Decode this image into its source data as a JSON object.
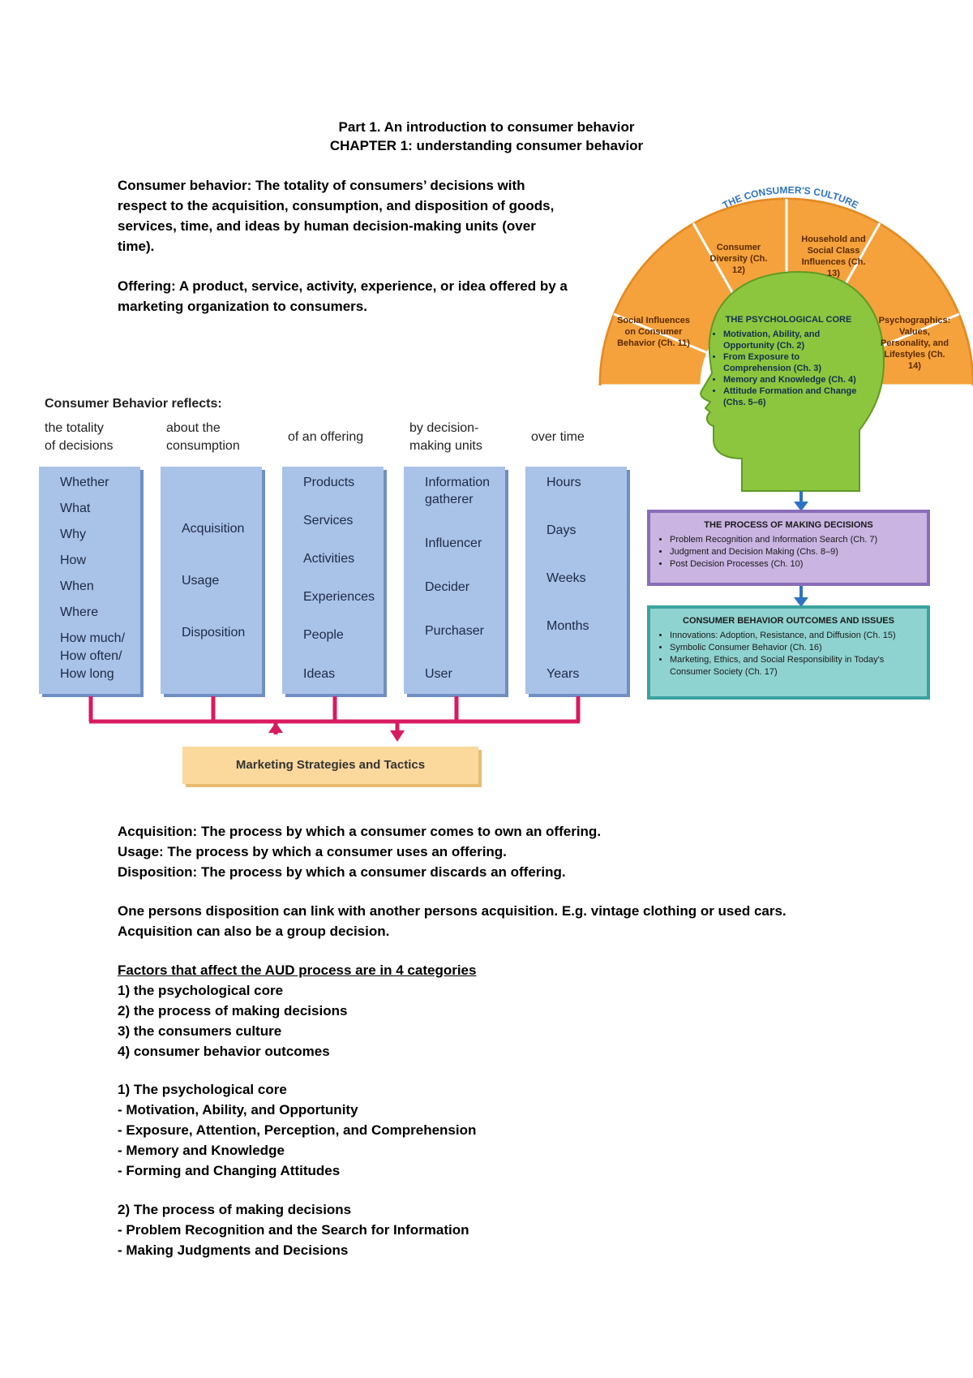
{
  "header": {
    "line1": "Part 1. An introduction to consumer behavior",
    "line2": "CHAPTER 1: understanding consumer behavior"
  },
  "definitions": {
    "consumer_behavior_lines": [
      "Consumer behavior: The totality of consumers’ decisions with",
      "respect to the acquisition, consumption, and disposition of goods,",
      "services, time, and ideas by human decision-making units (over",
      "time)."
    ],
    "offering_lines": [
      "Offering: A product, service, activity, experience, or idea offered by a",
      "marketing organization to consumers."
    ]
  },
  "cb_diagram": {
    "title": "Consumer Behavior reflects:",
    "columns": [
      {
        "header": [
          "the totality",
          "of decisions"
        ],
        "items": [
          "Whether",
          "What",
          "Why",
          "How",
          "When",
          "Where",
          "How much/",
          "How often/",
          "How long"
        ]
      },
      {
        "header": [
          "about the",
          "consumption"
        ],
        "items": [
          "Acquisition",
          "Usage",
          "Disposition"
        ]
      },
      {
        "header": [
          "of an offering"
        ],
        "items": [
          "Products",
          "Services",
          "Activities",
          "Experiences",
          "People",
          "Ideas"
        ]
      },
      {
        "header": [
          "by decision-",
          "making units"
        ],
        "items": [
          "Information",
          "gatherer",
          "Influencer",
          "Decider",
          "Purchaser",
          "User"
        ]
      },
      {
        "header": [
          "over time"
        ],
        "items": [
          "Hours",
          "Days",
          "Weeks",
          "Months",
          "Years"
        ]
      }
    ],
    "strategies_label": "Marketing Strategies and Tactics"
  },
  "model_diagram": {
    "arc_title": "THE CONSUMER'S CULTURE",
    "segments": [
      "Social Influences on Consumer Behavior (Ch. 11)",
      "Consumer Diversity (Ch. 12)",
      "Household and Social Class Influences (Ch. 13)",
      "Psychographics: Values, Personality, and Lifestyles (Ch. 14)"
    ],
    "core_title": "THE PSYCHOLOGICAL CORE",
    "core_items": [
      "Motivation, Ability, and Opportunity (Ch. 2)",
      "From Exposure to Comprehension (Ch. 3)",
      "Memory and Knowledge (Ch. 4)",
      "Attitude Formation and Change (Chs. 5–6)"
    ],
    "decisions_title": "THE PROCESS OF MAKING DECISIONS",
    "decisions_items": [
      "Problem Recognition and Information Search (Ch. 7)",
      "Judgment and Decision Making (Chs. 8–9)",
      "Post Decision Processes (Ch. 10)"
    ],
    "outcomes_title": "CONSUMER BEHAVIOR OUTCOMES AND ISSUES",
    "outcomes_items": [
      "Innovations: Adoption, Resistance, and Diffusion (Ch. 15)",
      "Symbolic Consumer Behavior (Ch. 16)",
      "Marketing, Ethics, and Social Responsibility in Today's Consumer Society (Ch. 17)"
    ],
    "colors": {
      "arc": "#f5a23c",
      "head": "#8cc63f",
      "decisions": "#c9b4e2",
      "outcomes": "#8fd3d0",
      "arrow": "#2e73c2"
    }
  },
  "aud_definitions": [
    "Acquisition: The process by which a consumer comes to own an offering.",
    "Usage: The process by which a consumer uses an offering.",
    "Disposition: The process by which a consumer discards an offering."
  ],
  "disposition_note": [
    "One persons disposition can link with another persons acquisition. E.g. vintage clothing or used cars.",
    "Acquisition can also be a group decision."
  ],
  "factors": {
    "title": "Factors that affect the AUD process are in 4 categories",
    "items": [
      "1) the psychological core",
      "2) the process of making decisions",
      "3) the consumers culture",
      "4) consumer behavior outcomes"
    ]
  },
  "section1": {
    "title": "1) The psychological core",
    "items": [
      "- Motivation, Ability, and Opportunity",
      "- Exposure, Attention, Perception, and Comprehension",
      "- Memory and Knowledge",
      "- Forming and Changing Attitudes"
    ]
  },
  "section2": {
    "title": "2) The process of making decisions",
    "items": [
      "- Problem Recognition and the Search for Information",
      "- Making Judgments and Decisions"
    ]
  }
}
